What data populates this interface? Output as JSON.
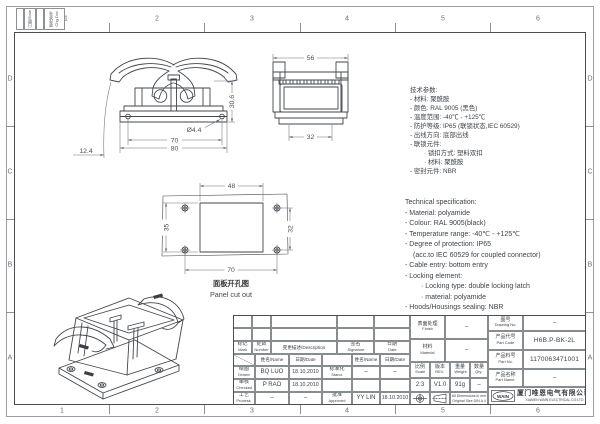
{
  "sheet": {
    "zones_top": [
      "1",
      "2",
      "3",
      "4",
      "5",
      "6"
    ],
    "zones_bottom": [
      "1",
      "2",
      "3",
      "4",
      "5",
      "6"
    ],
    "zones_left": [
      "D",
      "C",
      "B",
      "A"
    ],
    "zones_right": [
      "D",
      "C",
      "B",
      "A"
    ],
    "rev_date_label": "日期/Date",
    "rev_chg_cn": "更改单号",
    "rev_chg_en": "Chg Doc"
  },
  "front_view": {
    "dim_offset": "12.4",
    "dim_height": "30.6",
    "dim_hole": "Ø4.4",
    "dim_hole_pitch": "70",
    "dim_width": "80"
  },
  "side_view": {
    "dim_top": "56",
    "dim_bottom": "32"
  },
  "panel_cutout": {
    "dim_width": "48",
    "dim_left": "35",
    "dim_right": "32",
    "dim_pitch": "70",
    "caption_cn": "面板开孔图",
    "caption_en": "Panel cut out"
  },
  "spec_cn": {
    "title": "技术参数:",
    "lines": [
      "- 材料: 聚酰胺",
      "- 颜色: RAL 9005 (黑色)",
      "- 温度范围: -40℃ - +125℃",
      "- 防护等级: IP65 (联锁状态,IEC 60529)",
      "- 出线方向: 底部出线",
      "- 联锁元件:",
      "· 锁扣方式: 塑料双扣",
      "· 材料: 聚酰胺",
      "- 密封元件: NBR"
    ]
  },
  "spec_en": {
    "title": "Technical specification:",
    "lines": [
      "- Material: polyamide",
      "- Colour: RAL 9005(black)",
      "- Temperature range: -40℃ - +125℃",
      "- Degree of protection: IP65",
      "(acc.to IEC 60529 for coupled connector)",
      "- Cable entry: bottom entry",
      "- Locking element:",
      "· Locking type: double locking latch",
      "· material: polyamide",
      "- Hoods/Housings sealing: NBR"
    ]
  },
  "title_block": {
    "mark_cn": "标记",
    "mark_en": "Mark",
    "number_cn": "处数",
    "number_en": "Number",
    "desc": "变更描述/Description",
    "sign_cn": "签名",
    "sign_en": "Signature",
    "date_cn": "日期",
    "date_en": "Date",
    "name_sub": "姓名/Name",
    "date_sub": "日期/Date",
    "drawn_cn": "绘图",
    "drawn_en": "Drawn",
    "drawn_name": "BQ LUO",
    "drawn_date": "18.10.2010",
    "stand_cn": "标准化",
    "stand_en": "Stand.",
    "stand_name": "–",
    "stand_date": "–",
    "checked_cn": "审核",
    "checked_en": "Checked",
    "checked_name": "P RAO",
    "checked_date": "18.10.2010",
    "process_cn": "工艺",
    "process_en": "Process",
    "process_name": "–",
    "process_date": "–",
    "approved_cn": "批准",
    "approved_en": "Approved",
    "approved_name": "YY LIN",
    "approved_date": "18.10.2010",
    "finish_cn": "表面处理",
    "finish_en": "Finish",
    "finish_value": "–",
    "material_cn": "材料",
    "material_en": "Material",
    "material_value": "–",
    "scale_cn": "比例",
    "scale_en": "Scale",
    "scale_value": "2:3",
    "rev_cn": "版本",
    "rev_en": "REV.",
    "rev_value": "V1.0",
    "weight_cn": "重量",
    "weight_en": "Weight",
    "weight_value": "91g",
    "qty_cn": "数量",
    "qty_en": "Qty.",
    "qty_value": "–",
    "note_line1": "All Dimensions in mm",
    "note_line2": "Original Size DIN A 4",
    "drawing_no_cn": "图号",
    "drawing_no_en": "Drawing No.",
    "drawing_no_value": "–",
    "part_code_cn": "产品代号",
    "part_code_en": "Part Code",
    "part_code_value": "H6B.P-BK-2L",
    "part_no_cn": "产品料号",
    "part_no_en": "Part No.",
    "part_no_value": "1170063471001",
    "part_name_cn": "产品名称",
    "part_name_en": "Part Name",
    "part_name_value": "–",
    "logo": "WAIN",
    "company_cn": "厦门唯恩电气有限公司",
    "company_en": "XIAMEN WAIN ELECTRICAL CO.LTD"
  }
}
